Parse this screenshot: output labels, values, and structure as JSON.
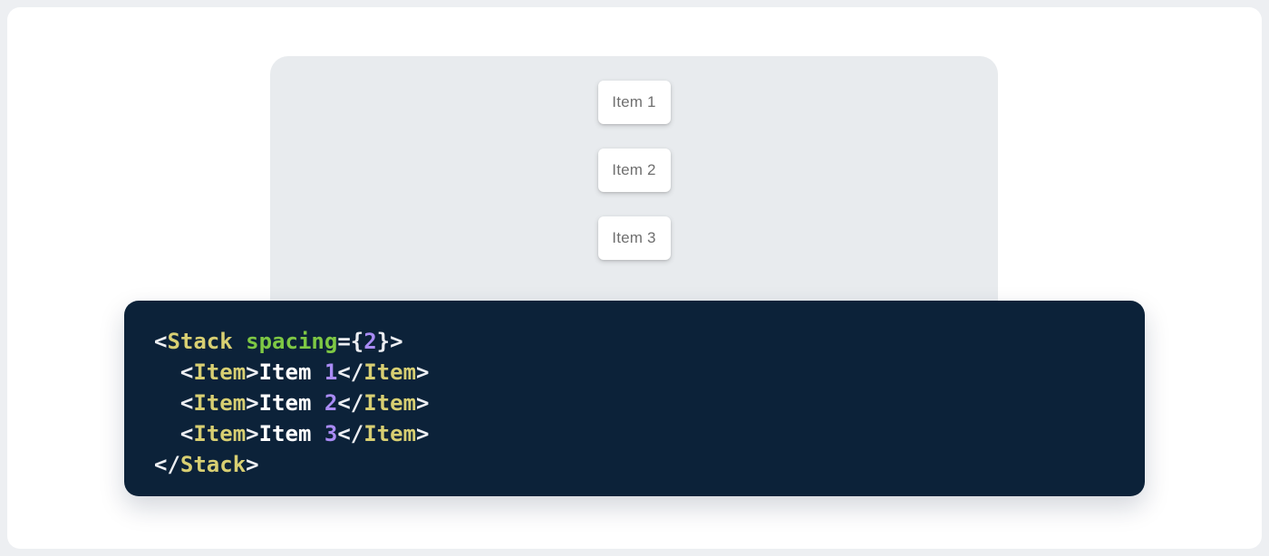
{
  "page": {
    "outer_bg": "#EDEFF2",
    "card_bg": "#FFFFFF"
  },
  "demo": {
    "panel_bg": "#E8EBEE",
    "item_text_color": "#6F6F6F",
    "items": [
      {
        "label": "Item 1"
      },
      {
        "label": "Item 2"
      },
      {
        "label": "Item 3"
      }
    ]
  },
  "code": {
    "bg": "#0C2239",
    "colors": {
      "tag": "#D8CF72",
      "attr": "#7EC844",
      "num": "#A98BF5",
      "punc": "#ECEEF2",
      "txt": "#FFFFFF"
    },
    "lines": [
      [
        {
          "c": "punc",
          "v": "<"
        },
        {
          "c": "tag",
          "v": "Stack"
        },
        {
          "c": "txt",
          "v": " "
        },
        {
          "c": "attr",
          "v": "spacing"
        },
        {
          "c": "punc",
          "v": "={"
        },
        {
          "c": "num",
          "v": "2"
        },
        {
          "c": "punc",
          "v": "}>"
        }
      ],
      [
        {
          "c": "txt",
          "v": "  "
        },
        {
          "c": "punc",
          "v": "<"
        },
        {
          "c": "tag",
          "v": "Item"
        },
        {
          "c": "punc",
          "v": ">"
        },
        {
          "c": "txt",
          "v": "Item "
        },
        {
          "c": "num",
          "v": "1"
        },
        {
          "c": "punc",
          "v": "</"
        },
        {
          "c": "tag",
          "v": "Item"
        },
        {
          "c": "punc",
          "v": ">"
        }
      ],
      [
        {
          "c": "txt",
          "v": "  "
        },
        {
          "c": "punc",
          "v": "<"
        },
        {
          "c": "tag",
          "v": "Item"
        },
        {
          "c": "punc",
          "v": ">"
        },
        {
          "c": "txt",
          "v": "Item "
        },
        {
          "c": "num",
          "v": "2"
        },
        {
          "c": "punc",
          "v": "</"
        },
        {
          "c": "tag",
          "v": "Item"
        },
        {
          "c": "punc",
          "v": ">"
        }
      ],
      [
        {
          "c": "txt",
          "v": "  "
        },
        {
          "c": "punc",
          "v": "<"
        },
        {
          "c": "tag",
          "v": "Item"
        },
        {
          "c": "punc",
          "v": ">"
        },
        {
          "c": "txt",
          "v": "Item "
        },
        {
          "c": "num",
          "v": "3"
        },
        {
          "c": "punc",
          "v": "</"
        },
        {
          "c": "tag",
          "v": "Item"
        },
        {
          "c": "punc",
          "v": ">"
        }
      ],
      [
        {
          "c": "punc",
          "v": "</"
        },
        {
          "c": "tag",
          "v": "Stack"
        },
        {
          "c": "punc",
          "v": ">"
        }
      ]
    ]
  }
}
